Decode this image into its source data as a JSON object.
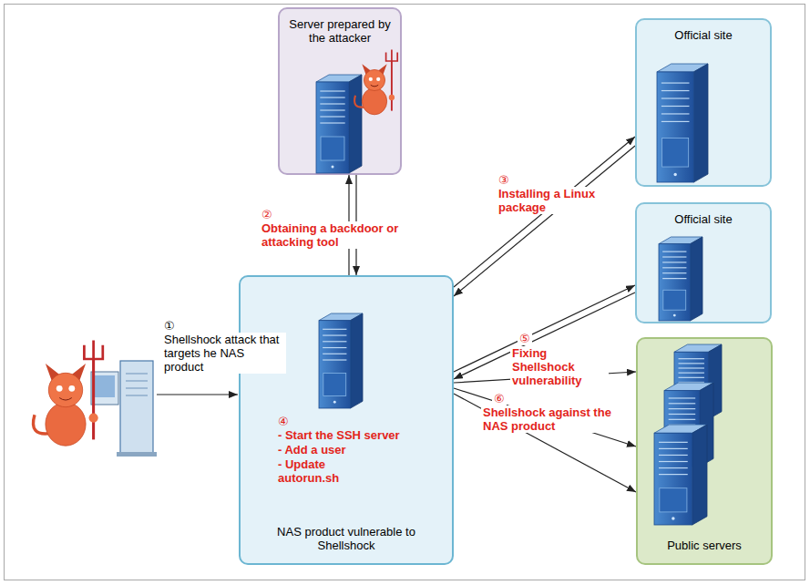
{
  "diagram": {
    "nodes": [
      {
        "text": [
          "Server prepared by the attacker"
        ]
      },
      {
        "text": [
          "Official site"
        ]
      },
      {
        "text": [
          "Official site"
        ]
      },
      {
        "text": [
          "NAS product vulnerable to Shellshock"
        ]
      },
      {
        "text": [
          "Public servers"
        ]
      }
    ],
    "edges": [
      {
        "from": 3,
        "to": 0,
        "arrow": "to"
      },
      {
        "from": 0,
        "to": 3,
        "arrow": "to"
      },
      {
        "from": 3,
        "to": 1,
        "arrow": "to"
      },
      {
        "from": 1,
        "to": 3,
        "arrow": "to"
      },
      {
        "from": 3,
        "to": 2,
        "arrow": "to"
      },
      {
        "from": 2,
        "to": 3,
        "arrow": "to"
      },
      {
        "from": 3,
        "to": 4,
        "arrow": "to"
      },
      {
        "from": 3,
        "to": 4,
        "arrow": "to"
      },
      {
        "from": 3,
        "to": 4,
        "arrow": "to"
      }
    ],
    "labels": [
      "①",
      "Shellshock attack that targets he NAS product",
      "②",
      "Obtaining a backdoor or attacking tool",
      "③",
      "Installing a Linux package",
      "④",
      "- Start the SSH server",
      "- Add a user",
      "- Update autorun.sh",
      "⑤",
      "Fixing Shellshock vulnerability",
      "⑥",
      "Shellshock against the NAS product"
    ]
  }
}
